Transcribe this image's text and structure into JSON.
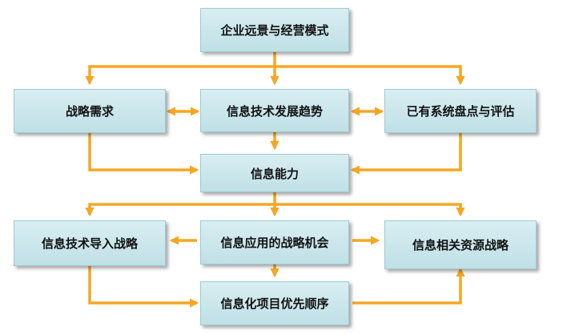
{
  "colors": {
    "arrow": "#f5a623",
    "box_fill_top": "#d8eef2",
    "box_fill_bottom": "#bfe0e6",
    "box_border": "#9ccbd3"
  },
  "nodes": {
    "vision": "企业远景与经营模式",
    "strategy_need": "战略需求",
    "it_trend": "信息技术发展趋势",
    "existing_eval": "已有系统盘点与评估",
    "info_capability": "信息能力",
    "it_intro_strategy": "信息技术导入战略",
    "info_app_opportunity": "信息应用的战略机会",
    "info_resource_strategy": "信息相关资源战略",
    "project_priority": "信息化项目优先顺序"
  }
}
